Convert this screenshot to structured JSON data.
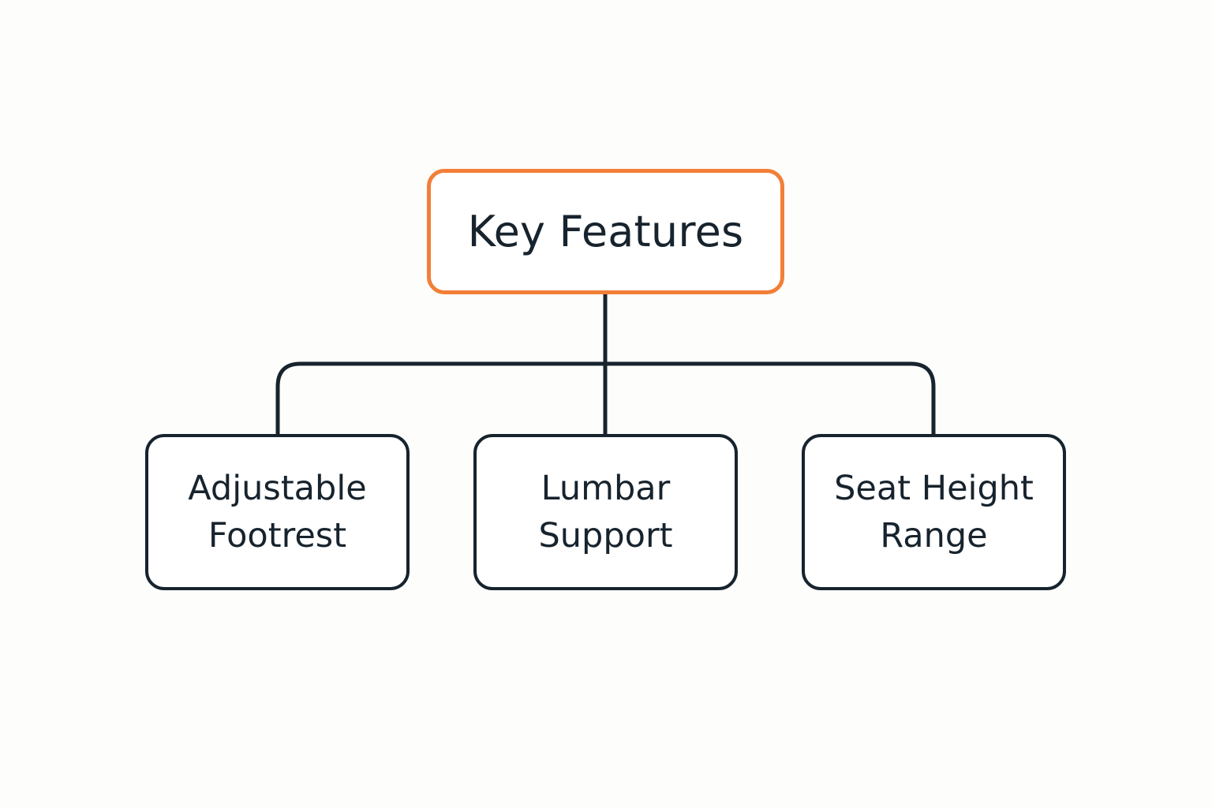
{
  "diagram": {
    "root": {
      "label": "Key Features"
    },
    "children": [
      {
        "line1": "Adjustable",
        "line2": "Footrest"
      },
      {
        "line1": "Lumbar",
        "line2": "Support"
      },
      {
        "line1": "Seat Height",
        "line2": "Range"
      }
    ],
    "colors": {
      "root_border": "#f27f37",
      "node_border": "#17232d",
      "connector": "#17232d",
      "text": "#17232d",
      "background": "#fdfdfb"
    }
  }
}
